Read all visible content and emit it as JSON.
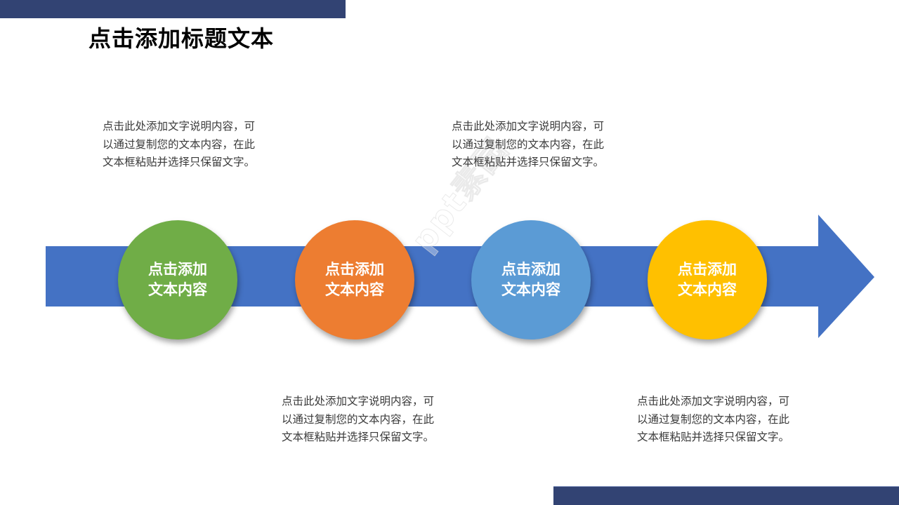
{
  "slide": {
    "title": "点击添加标题文本",
    "colors": {
      "bar": "#324373",
      "arrow": "#4472c4",
      "circle_1": "#70ad47",
      "circle_2": "#ed7d31",
      "circle_3": "#5b9bd5",
      "circle_4": "#ffc000"
    },
    "watermark": "ppt素园"
  },
  "steps": [
    {
      "label_line1": "点击添加",
      "label_line2": "文本内容",
      "color": "#70ad47",
      "desc_position": "above",
      "desc": [
        "点击此处添加文字说明内容，可",
        "以通过复制您的文本内容，在此",
        "文本框粘贴并选择只保留文字。"
      ]
    },
    {
      "label_line1": "点击添加",
      "label_line2": "文本内容",
      "color": "#ed7d31",
      "desc_position": "below",
      "desc": [
        "点击此处添加文字说明内容，可",
        "以通过复制您的文本内容，在此",
        "文本框粘贴并选择只保留文字。"
      ]
    },
    {
      "label_line1": "点击添加",
      "label_line2": "文本内容",
      "color": "#5b9bd5",
      "desc_position": "above",
      "desc": [
        "点击此处添加文字说明内容，可",
        "以通过复制您的文本内容，在此",
        "文本框粘贴并选择只保留文字。"
      ]
    },
    {
      "label_line1": "点击添加",
      "label_line2": "文本内容",
      "color": "#ffc000",
      "desc_position": "below",
      "desc": [
        "点击此处添加文字说明内容，可",
        "以通过复制您的文本内容，在此",
        "文本框粘贴并选择只保留文字。"
      ]
    }
  ]
}
